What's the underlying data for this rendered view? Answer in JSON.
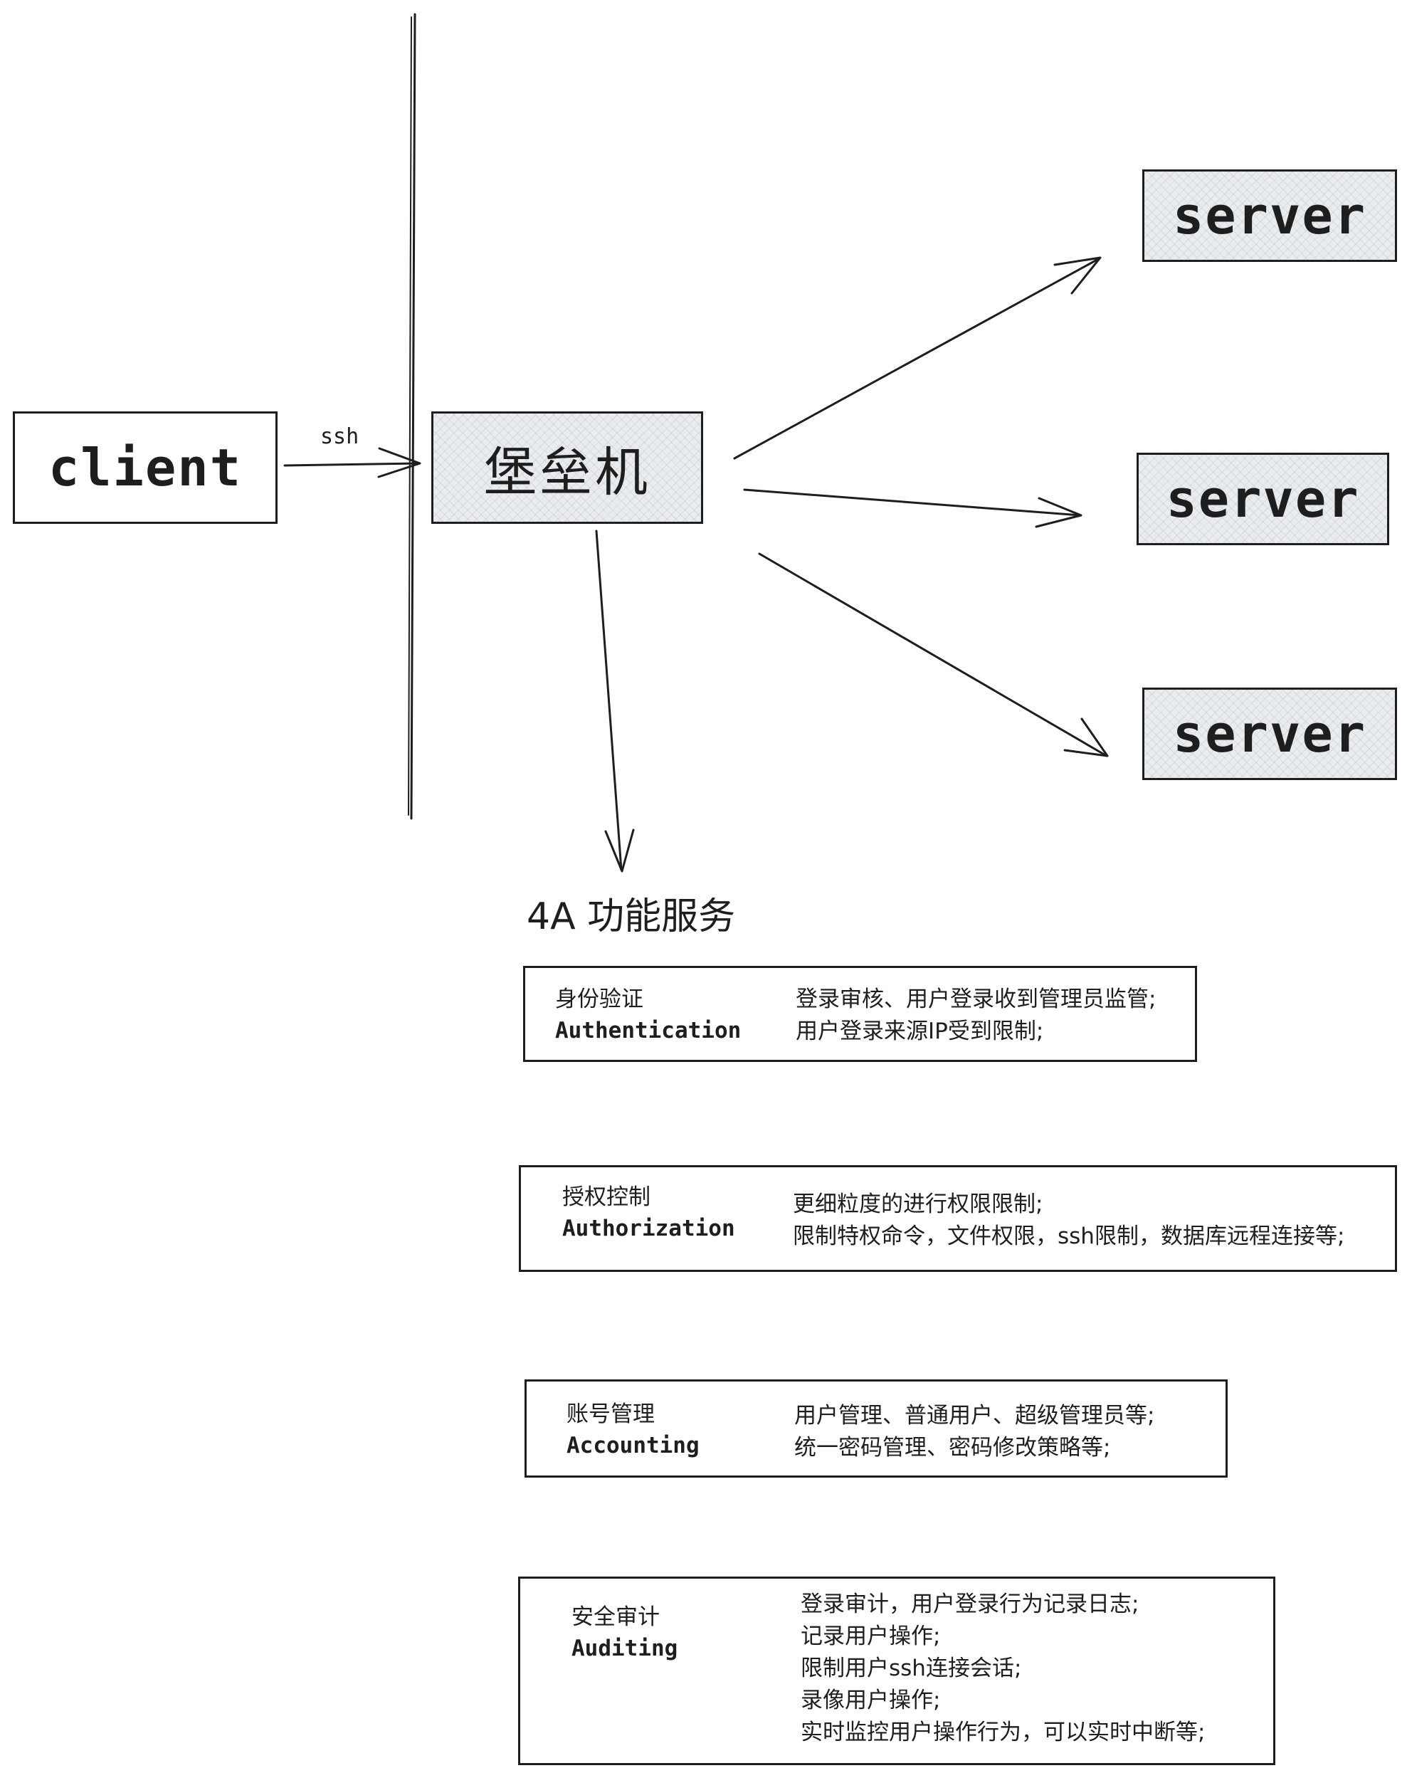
{
  "diagram": {
    "client": {
      "label": "client"
    },
    "ssh_label": "ssh",
    "bastion": {
      "label": "堡垒机"
    },
    "servers": [
      {
        "label": "server"
      },
      {
        "label": "server"
      },
      {
        "label": "server"
      }
    ],
    "section_title": "4A 功能服务",
    "services": [
      {
        "name_zh": "身份验证",
        "name_en": "Authentication",
        "details": [
          "登录审核、用户登录收到管理员监管;",
          "用户登录来源IP受到限制;"
        ]
      },
      {
        "name_zh": "授权控制",
        "name_en": "Authorization",
        "details": [
          "更细粒度的进行权限限制;",
          "限制特权命令，文件权限，ssh限制，数据库远程连接等;"
        ]
      },
      {
        "name_zh": "账号管理",
        "name_en": "Accounting",
        "details": [
          "用户管理、普通用户、超级管理员等;",
          "统一密码管理、密码修改策略等;"
        ]
      },
      {
        "name_zh": "安全审计",
        "name_en": "Auditing",
        "details": [
          "登录审计，用户登录行为记录日志;",
          "记录用户操作;",
          "限制用户ssh连接会话;",
          "录像用户操作;",
          "实时监控用户操作行为，可以实时中断等;"
        ]
      }
    ]
  }
}
